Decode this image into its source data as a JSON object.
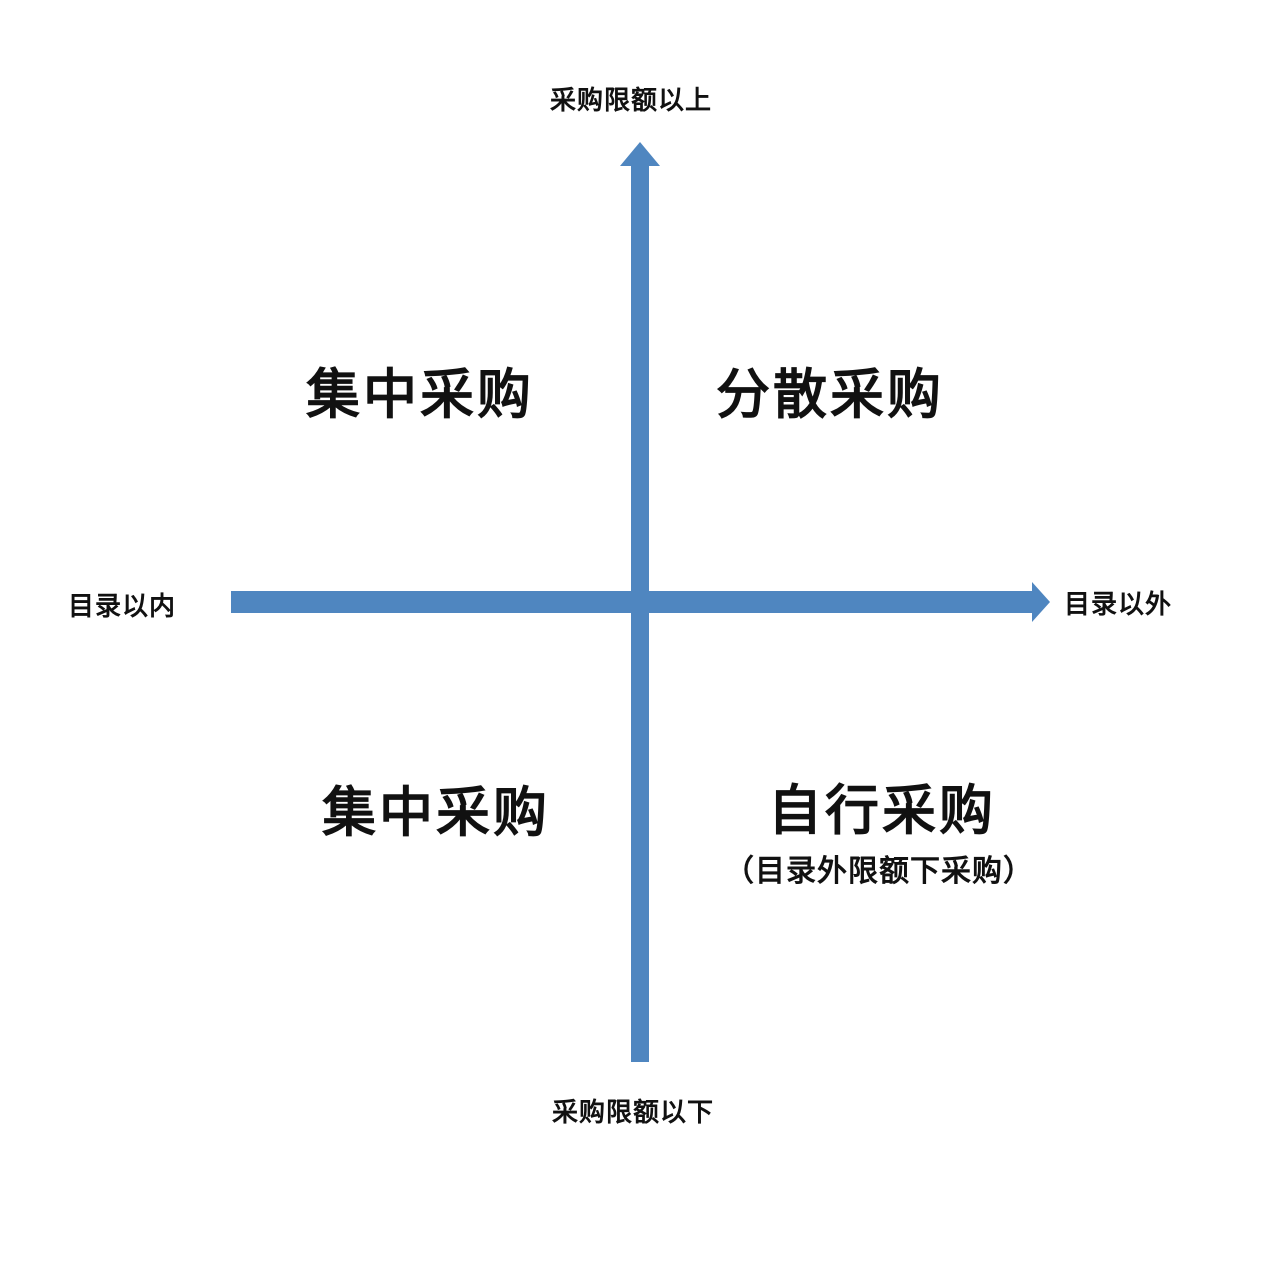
{
  "diagram": {
    "type": "quadrant",
    "axis_color": "#4f86c0",
    "axes": {
      "y_top": "采购限额以上",
      "y_bottom": "采购限额以下",
      "x_left": "目录以内",
      "x_right": "目录以外"
    },
    "quadrants": {
      "top_left": {
        "title": "集中采购"
      },
      "top_right": {
        "title": "分散采购"
      },
      "bottom_left": {
        "title": "集中采购"
      },
      "bottom_right": {
        "title": "自行采购",
        "subtitle": "（目录外限额下采购）"
      }
    }
  }
}
